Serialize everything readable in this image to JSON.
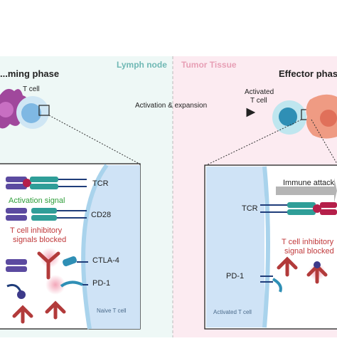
{
  "regions": {
    "left": "Lymph node",
    "right": "Tumor Tissue"
  },
  "headers": {
    "priming": "...ming phase",
    "effector": "Effector phase"
  },
  "cells": {
    "t_cell": "T cell",
    "activated_t_cell": [
      "Activated",
      "T cell"
    ]
  },
  "arrow_label": "Activation & expansion",
  "left_panel": {
    "receptors": [
      "TCR",
      "CD28",
      "CTLA-4",
      "PD-1"
    ],
    "activation_signal": "Activation signal",
    "inhibitory_blocked": [
      "T cell inhibitory",
      "signals blocked"
    ],
    "membrane_label": "Naive T cell"
  },
  "right_panel": {
    "immune_attack": "Immune attack",
    "receptors": [
      "TCR",
      "PD-1"
    ],
    "inhibitory_blocked": [
      "T cell inhibitory",
      "signal blocked"
    ],
    "membrane_label": "Activated T cell"
  },
  "colors": {
    "lymph_bg": "#eef8f6",
    "tumor_bg": "#fcebf1",
    "lymph_title": "#6fb8b4",
    "tumor_title": "#e79fb5",
    "green": "#2f9e3b",
    "red": "#c0393b",
    "membrane": "#a9d3ec",
    "navy": "#1f3d7a",
    "purple": "#5b4aa0",
    "teal": "#2f9e98",
    "antibody": "#b23a3a"
  }
}
